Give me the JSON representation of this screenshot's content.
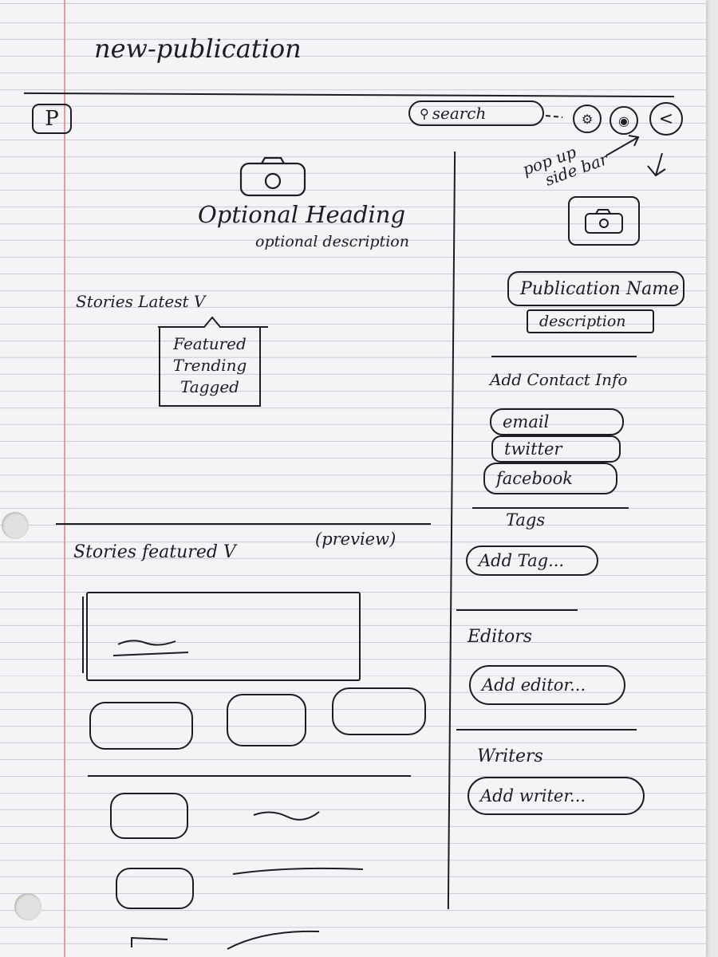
{
  "page_title": "new-publication",
  "header": {
    "logo_letter": "P",
    "search_label": "search",
    "icon_names": [
      "settings-icon",
      "notifications-icon",
      "back-chevron-icon"
    ]
  },
  "annotation": {
    "popup_line1": "pop up",
    "popup_line2": "side bar"
  },
  "hero": {
    "image_icon": "camera-icon",
    "heading": "Optional Heading",
    "description": "optional description"
  },
  "stories_dropdown": {
    "label": "Stories Latest V",
    "options": [
      "Featured",
      "Trending",
      "Tagged"
    ]
  },
  "stories_preview": {
    "label": "Stories featured V",
    "note": "(preview)"
  },
  "sidebar": {
    "image_icon": "camera-icon",
    "publication_name": "Publication Name",
    "description": "description",
    "contact_heading": "Add Contact Info",
    "contact_fields": [
      "email",
      "twitter",
      "facebook"
    ],
    "tags_heading": "Tags",
    "add_tag": "Add Tag...",
    "editors_heading": "Editors",
    "add_editor": "Add editor...",
    "writers_heading": "Writers",
    "add_writer": "Add writer..."
  }
}
